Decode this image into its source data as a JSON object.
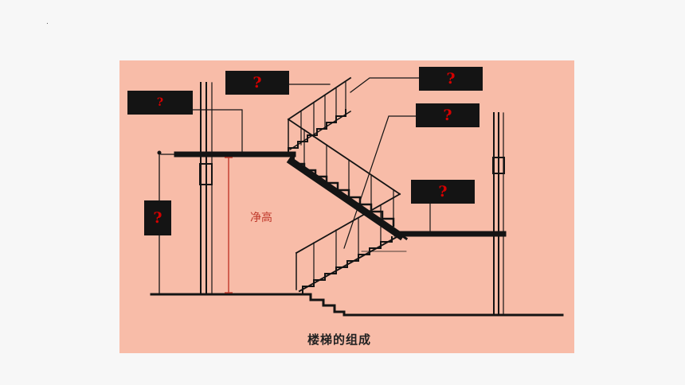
{
  "slide": {
    "corner_mark": "."
  },
  "diagram": {
    "caption": "楼梯的组成",
    "clear_height_label": "净高",
    "boxes": [
      {
        "id": "box-top-left",
        "text": "?"
      },
      {
        "id": "box-top-middle",
        "text": "?"
      },
      {
        "id": "box-top-right",
        "text": "?"
      },
      {
        "id": "box-right-upper",
        "text": "?"
      },
      {
        "id": "box-right-middle",
        "text": "?"
      },
      {
        "id": "box-left-height",
        "text": "?"
      }
    ],
    "colors": {
      "figure_background": "#f8bca8",
      "ink": "#141414",
      "box_fill": "#141414",
      "question_mark": "#d40000",
      "clear_height_line": "#c0392b"
    }
  }
}
